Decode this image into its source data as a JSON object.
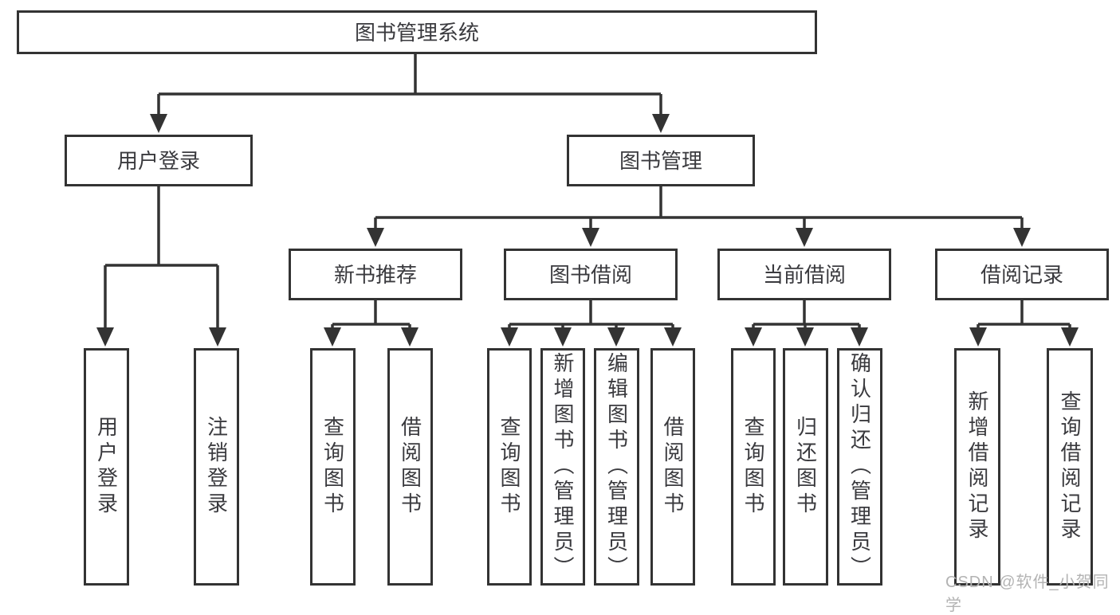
{
  "diagram": {
    "root": {
      "label": "图书管理系统"
    },
    "level2": {
      "userLogin": {
        "label": "用户登录"
      },
      "bookMgmt": {
        "label": "图书管理"
      }
    },
    "level3": {
      "newBookRec": {
        "label": "新书推荐"
      },
      "bookBorrow": {
        "label": "图书借阅"
      },
      "currentBorrow": {
        "label": "当前借阅"
      },
      "borrowRecords": {
        "label": "借阅记录"
      }
    },
    "leaves": {
      "userLogin": {
        "label": "用户登录"
      },
      "logout": {
        "label": "注销登录"
      },
      "recQueryBooks": {
        "label": "查询图书"
      },
      "recBorrowBooks": {
        "label": "借阅图书"
      },
      "borrowQueryBooks": {
        "label": "查询图书"
      },
      "borrowAddBooks": {
        "label": "新增图书（管理员）"
      },
      "borrowEditBooks": {
        "label": "编辑图书（管理员）"
      },
      "borrowBorrowBooks": {
        "label": "借阅图书"
      },
      "currentQueryBooks": {
        "label": "查询图书"
      },
      "currentReturnBooks": {
        "label": "归还图书"
      },
      "currentConfirmReturn": {
        "label": "确认归还（管理员）"
      },
      "recordsAdd": {
        "label": "新增借阅记录"
      },
      "recordsQuery": {
        "label": "查询借阅记录"
      }
    }
  },
  "watermark": {
    "text": "CSDN @软件_小贺同学"
  },
  "colors": {
    "line": "#333333",
    "text": "#3a3a3e",
    "watermark": "#b3b3b3",
    "background": "#ffffff"
  }
}
